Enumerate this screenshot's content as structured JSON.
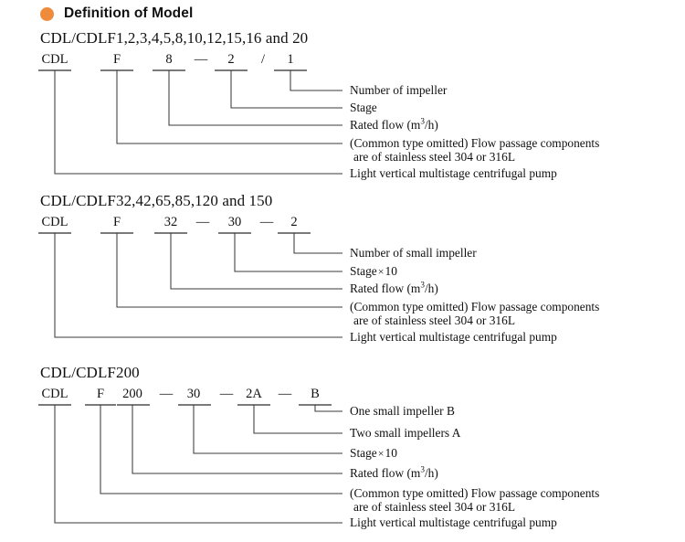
{
  "header": {
    "bullet_color": "#ef8b3c",
    "title": "Definition of Model"
  },
  "blocks": [
    {
      "id": "block-1",
      "title": "CDL/CDLF1,2,3,4,5,8,10,12,15,16 and 20",
      "codes": [
        "CDL",
        "F",
        "8",
        "2",
        "1"
      ],
      "separators": [
        "—",
        "/"
      ],
      "labels": [
        "Number of impeller",
        "Stage",
        "Rated flow (m3/h)",
        "(Common type omitted) Flow passage components",
        "are of stainless steel 304 or 316L",
        "Light vertical multistage centrifugal pump"
      ]
    },
    {
      "id": "block-2",
      "title": "CDL/CDLF32,42,65,85,120 and 150",
      "codes": [
        "CDL",
        "F",
        "32",
        "30",
        "2"
      ],
      "separators": [
        "—",
        "—"
      ],
      "labels": [
        "Number of small impeller",
        "Stage",
        "10",
        "Rated flow (m3/h)",
        "(Common type omitted) Flow passage components",
        "are of stainless steel 304 or 316L",
        "Light vertical multistage centrifugal pump"
      ]
    },
    {
      "id": "block-3",
      "title": "CDL/CDLF200",
      "codes": [
        "CDL",
        "F",
        "200",
        "30",
        "2A",
        "B"
      ],
      "separators": [
        "—",
        "—",
        "—"
      ],
      "labels": [
        "One small impeller B",
        "Two small impellers A",
        "Stage",
        "10",
        "Rated flow (m3/h)",
        "(Common type omitted) Flow passage components",
        "are of stainless steel 304 or 316L",
        "Light vertical multistage centrifugal pump"
      ]
    }
  ],
  "symbols": {
    "multiply": "×",
    "em_dash": "—",
    "slash": "/",
    "unit_open": "(m",
    "unit_sup": "3",
    "unit_close": "/h)"
  }
}
